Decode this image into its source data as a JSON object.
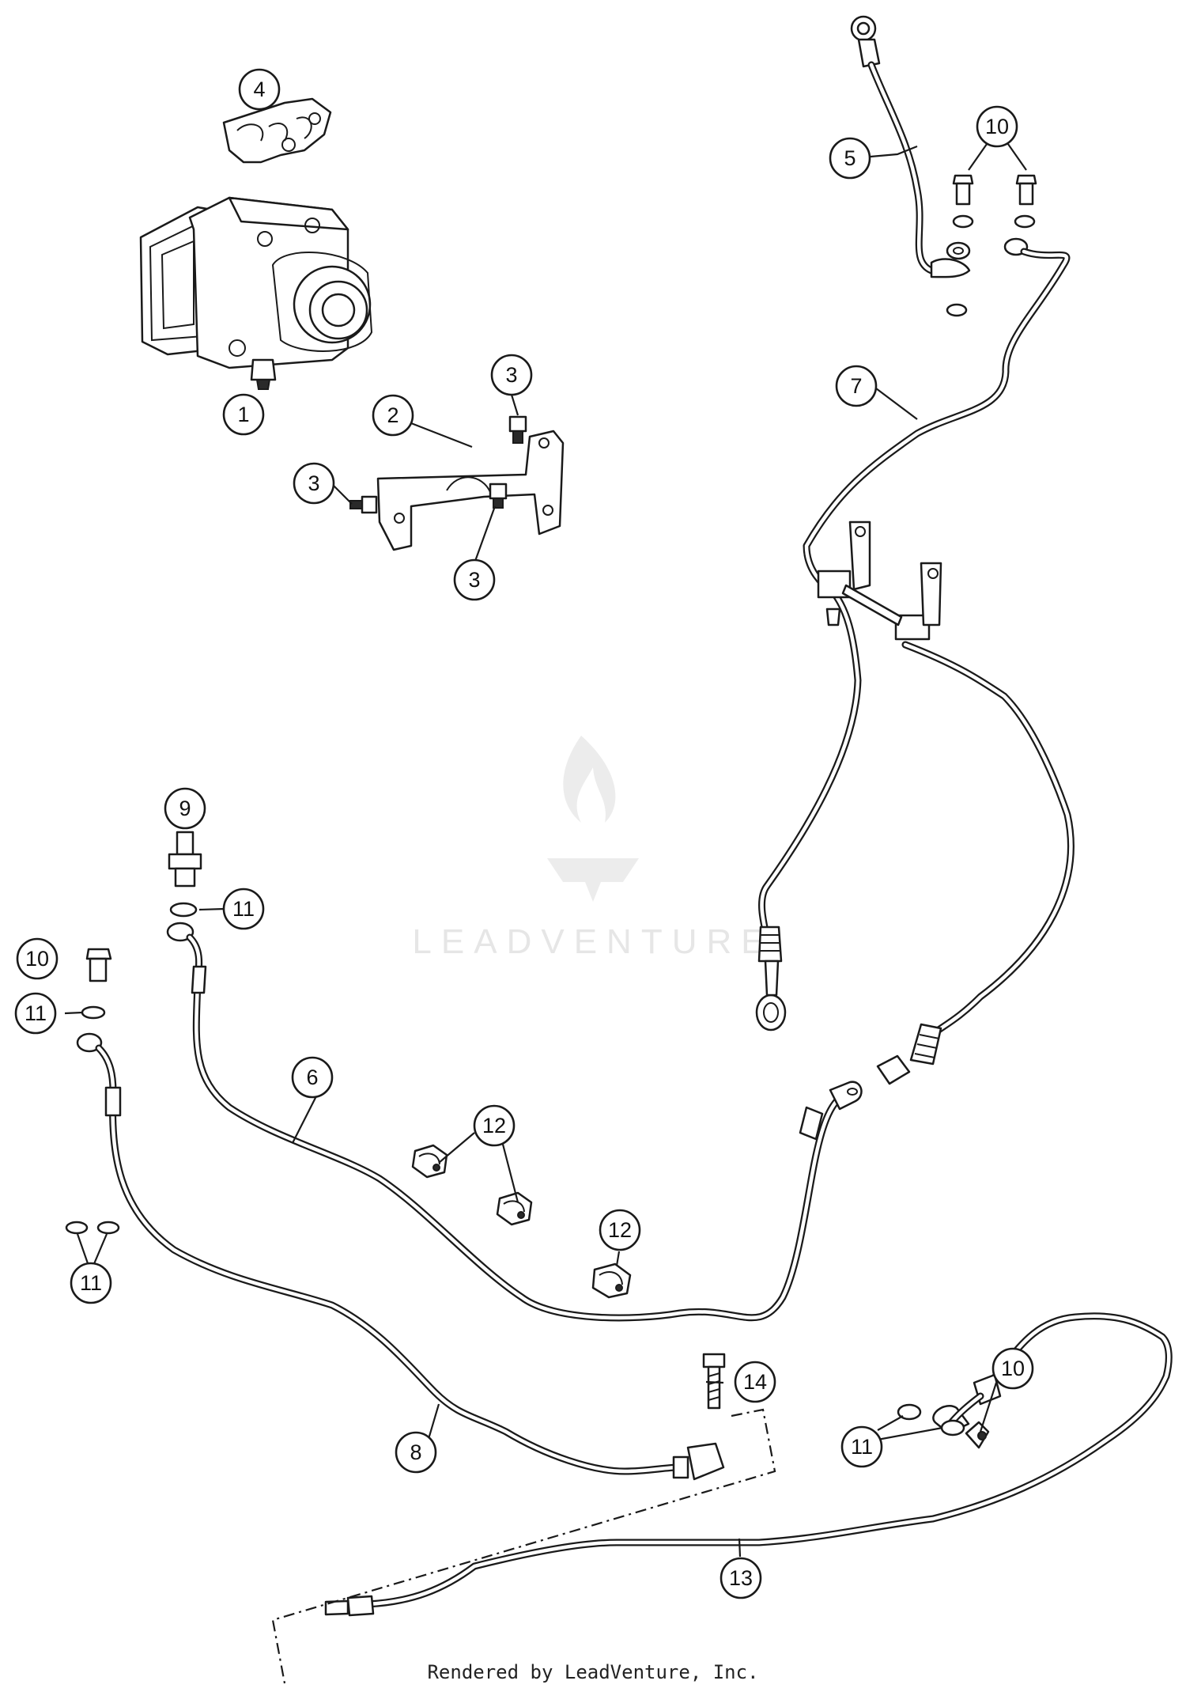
{
  "diagram": {
    "callouts": [
      {
        "id": "c1",
        "label": "1"
      },
      {
        "id": "c2",
        "label": "2"
      },
      {
        "id": "c3a",
        "label": "3"
      },
      {
        "id": "c3b",
        "label": "3"
      },
      {
        "id": "c3c",
        "label": "3"
      },
      {
        "id": "c4",
        "label": "4"
      },
      {
        "id": "c5",
        "label": "5"
      },
      {
        "id": "c6",
        "label": "6"
      },
      {
        "id": "c7",
        "label": "7"
      },
      {
        "id": "c8",
        "label": "8"
      },
      {
        "id": "c9",
        "label": "9"
      },
      {
        "id": "c10a",
        "label": "10"
      },
      {
        "id": "c10b",
        "label": "10"
      },
      {
        "id": "c10c",
        "label": "10"
      },
      {
        "id": "c11a",
        "label": "11"
      },
      {
        "id": "c11b",
        "label": "11"
      },
      {
        "id": "c11c",
        "label": "11"
      },
      {
        "id": "c11d",
        "label": "11"
      },
      {
        "id": "c12a",
        "label": "12"
      },
      {
        "id": "c12b",
        "label": "12"
      },
      {
        "id": "c13",
        "label": "13"
      },
      {
        "id": "c14",
        "label": "14"
      }
    ],
    "watermark": "LEADVENTURE",
    "footer": "Rendered by LeadVenture, Inc."
  }
}
